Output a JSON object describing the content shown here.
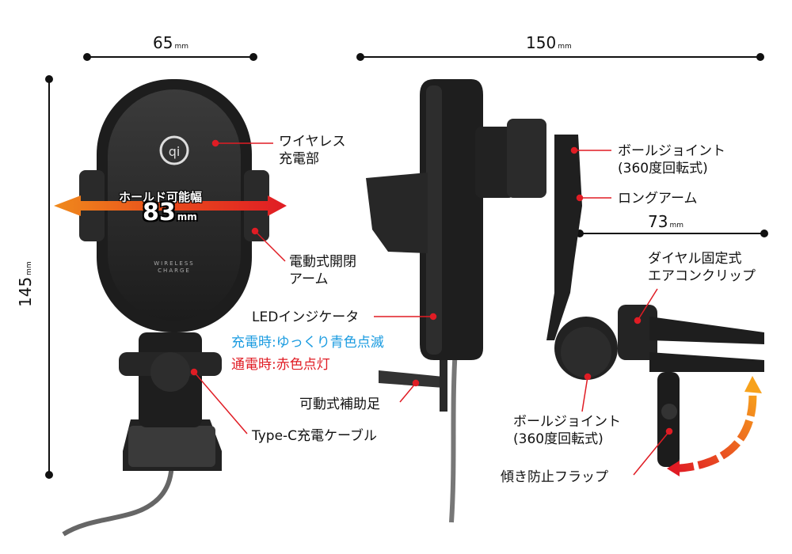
{
  "dimensions": {
    "width": {
      "value": "65",
      "unit": "mm"
    },
    "length": {
      "value": "150",
      "unit": "mm"
    },
    "height": {
      "value": "145",
      "unit": "mm"
    },
    "arm": {
      "value": "73",
      "unit": "mm"
    }
  },
  "hold_width": {
    "title": "ホールド可能幅",
    "value": "83",
    "unit": "mm"
  },
  "labels": {
    "wireless_1": "ワイヤレス",
    "wireless_2": "充電部",
    "motor_arm_1": "電動式開閉",
    "motor_arm_2": "アーム",
    "led": "LEDインジケータ",
    "led_charging": "充電時:ゆっくり青色点滅",
    "led_powered": "通電時:赤色点灯",
    "support_foot": "可動式補助足",
    "cable": "Type-C充電ケーブル",
    "ball_joint_top_1": "ボールジョイント",
    "ball_joint_top_2": "(360度回転式)",
    "long_arm": "ロングアーム",
    "clip_1": "ダイヤル固定式",
    "clip_2": "エアコンクリップ",
    "ball_joint_bottom_1": "ボールジョイント",
    "ball_joint_bottom_2": "(360度回転式)",
    "flap": "傾き防止フラップ"
  },
  "device_print": {
    "line1": "WIRELESS",
    "line2": "CHARGE"
  },
  "colors": {
    "accent_blue": "#1a9be0",
    "accent_red": "#e01c24",
    "arrow_orange": "#f08a1c",
    "body": "#2a2a2a"
  }
}
